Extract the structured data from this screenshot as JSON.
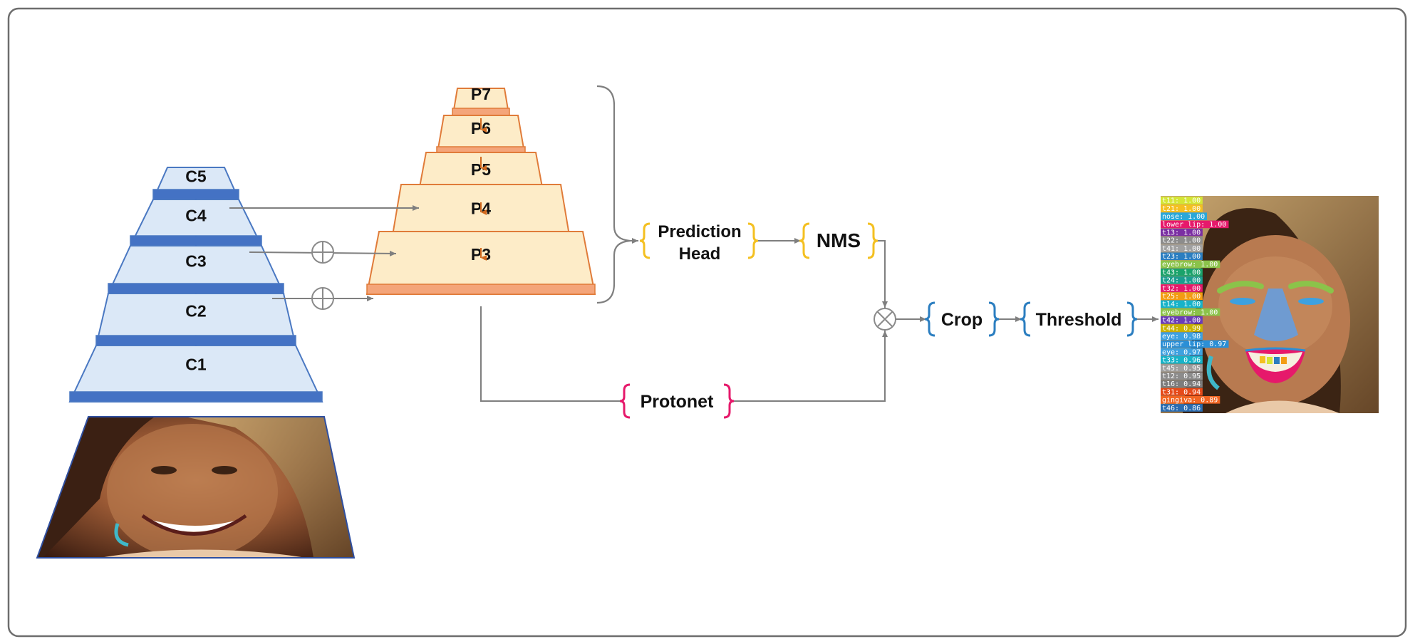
{
  "backbone": {
    "levels": [
      "C5",
      "C4",
      "C3",
      "C2",
      "C1"
    ],
    "fill": "#dbe8f7",
    "stroke": "#4a78c2",
    "bar": "#4472c4"
  },
  "fpn": {
    "levels": [
      "P7",
      "P6",
      "P5",
      "P4",
      "P3"
    ],
    "fill": "#fdecc8",
    "stroke": "#e07b39",
    "bar": "#f4a57a"
  },
  "modules": {
    "prediction_head": [
      "Prediction",
      "Head"
    ],
    "nms": "NMS",
    "protonet": "Protonet",
    "crop": "Crop",
    "threshold": "Threshold"
  },
  "brace_colors": {
    "prediction": "#f4c021",
    "protonet": "#e6196b",
    "post": "#2b7ec0"
  },
  "icons": [
    "plus-circle-icon",
    "multiply-circle-icon"
  ],
  "detections": [
    {
      "text": "t11: 1.00",
      "color": "#d4e635"
    },
    {
      "text": "t21: 1.00",
      "color": "#f4c021"
    },
    {
      "text": "nose: 1.00",
      "color": "#2aa7d8"
    },
    {
      "text": "lower lip: 1.00",
      "color": "#e6196b"
    },
    {
      "text": "t13: 1.00",
      "color": "#7b2fa3"
    },
    {
      "text": "t22: 1.00",
      "color": "#8c8c8c"
    },
    {
      "text": "t41: 1.00",
      "color": "#a0a0a0"
    },
    {
      "text": "t23: 1.00",
      "color": "#2b7ec0"
    },
    {
      "text": "eyebrow: 1.00",
      "color": "#8bc34a"
    },
    {
      "text": "t43: 1.00",
      "color": "#1aa36b"
    },
    {
      "text": "t24: 1.00",
      "color": "#1a9e8f"
    },
    {
      "text": "t32: 1.00",
      "color": "#e6196b"
    },
    {
      "text": "t25: 1.00",
      "color": "#f39c12"
    },
    {
      "text": "t14: 1.00",
      "color": "#17b3c9"
    },
    {
      "text": "eyebrow: 1.00",
      "color": "#8bc34a"
    },
    {
      "text": "t42: 1.00",
      "color": "#6a3db8"
    },
    {
      "text": "t44: 0.99",
      "color": "#c9b300"
    },
    {
      "text": "eye: 0.98",
      "color": "#3da1e0"
    },
    {
      "text": "upper lip: 0.97",
      "color": "#2b8fd6"
    },
    {
      "text": "eye: 0.97",
      "color": "#3da1e0"
    },
    {
      "text": "t33: 0.96",
      "color": "#17b3c9"
    },
    {
      "text": "t45: 0.95",
      "color": "#9e9e9e"
    },
    {
      "text": "t12: 0.95",
      "color": "#8c8c8c"
    },
    {
      "text": "t16: 0.94",
      "color": "#7d7d7d"
    },
    {
      "text": "t31: 0.94",
      "color": "#e64a19"
    },
    {
      "text": "gingiva: 0.89",
      "color": "#f26522"
    },
    {
      "text": "t46: 0.86",
      "color": "#2b6cb0"
    }
  ]
}
